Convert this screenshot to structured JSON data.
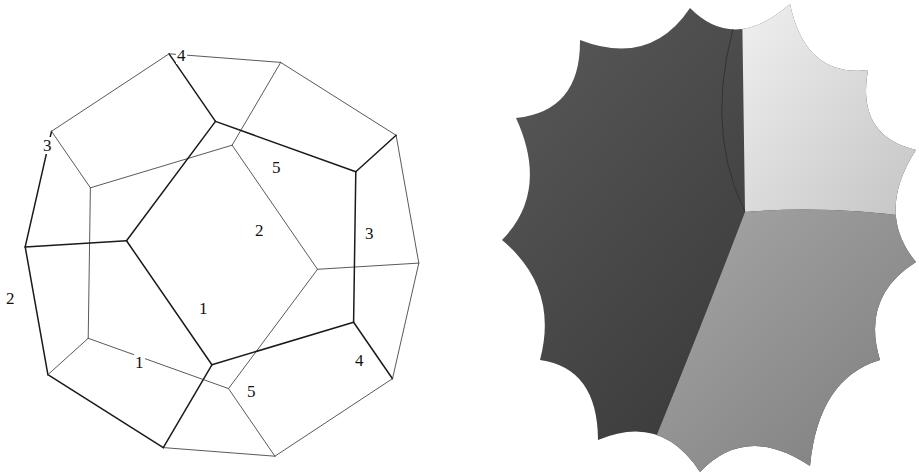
{
  "diagram": {
    "labels": [
      "4",
      "3",
      "5",
      "2",
      "3",
      "2",
      "1",
      "1",
      "4",
      "5"
    ]
  }
}
